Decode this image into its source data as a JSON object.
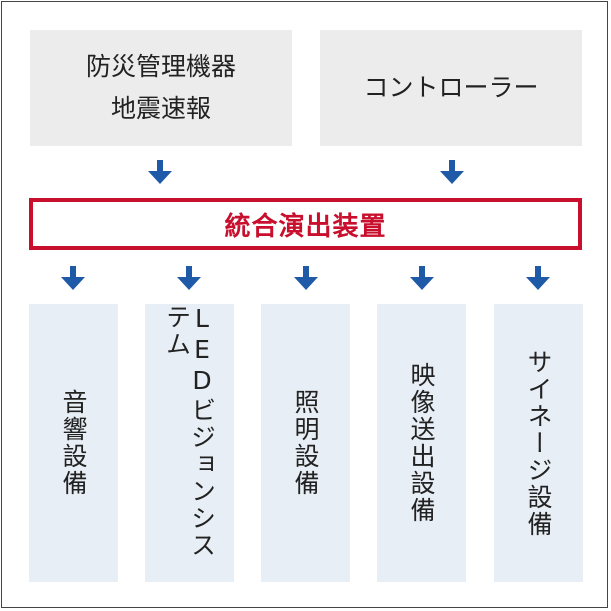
{
  "sources": [
    {
      "line1": "防災管理機器",
      "line2": "地震速報"
    },
    {
      "line1": "コントローラー"
    }
  ],
  "hub": {
    "label": "統合演出装置"
  },
  "outputs": [
    {
      "label": "音響設備"
    },
    {
      "label": "LEDビジョンシステム"
    },
    {
      "label": "照明設備"
    },
    {
      "label": "映像送出設備"
    },
    {
      "label": "サイネージ設備"
    }
  ],
  "colors": {
    "arrow": "#1e5aa8",
    "hub_border": "#c8102e",
    "hub_text": "#c8102e",
    "source_box": "#ececec",
    "output_box": "#e8eef5"
  }
}
